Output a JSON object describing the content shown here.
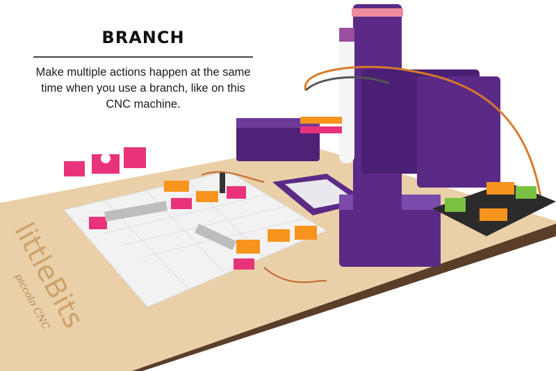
{
  "caption": {
    "title": "BRANCH",
    "body": "Make multiple actions happen at the same time when you use a branch, like on this CNC machine."
  },
  "photo": {
    "logo_text": "littleBits",
    "logo_subtext": "piccolo CNC",
    "colors": {
      "wood": "#e8cfa6",
      "purple": "#5b2a86",
      "pink": "#e8337a",
      "orange": "#f7941d",
      "green": "#7ac143",
      "grid_plate": "#f2f2f2"
    }
  }
}
